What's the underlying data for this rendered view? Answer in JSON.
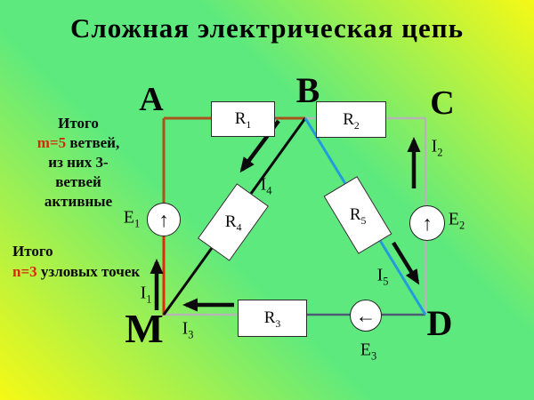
{
  "title": "Сложная электрическая цепь",
  "notes": {
    "branches": {
      "intro": "Итого",
      "highlight": "m=5",
      "after": " ветвей,",
      "line3": "из них 3-",
      "line4": "ветвей",
      "line5": "активные"
    },
    "nodes": {
      "intro": "Итого",
      "highlight": "n=3",
      "after": " узловых точек"
    }
  },
  "nodes": {
    "a": "А",
    "b": "В",
    "c": "С",
    "m": "М",
    "d": "D"
  },
  "resistors": {
    "r1": {
      "base": "R",
      "sub": "1"
    },
    "r2": {
      "base": "R",
      "sub": "2"
    },
    "r3": {
      "base": "R",
      "sub": "3"
    },
    "r4": {
      "base": "R",
      "sub": "4"
    },
    "r5": {
      "base": "R",
      "sub": "5"
    }
  },
  "sources": {
    "e1": {
      "base": "E",
      "sub": "1",
      "arrow": "↑"
    },
    "e2": {
      "base": "E",
      "sub": "2",
      "arrow": "↑"
    },
    "e3": {
      "base": "E",
      "sub": "3",
      "arrow": "←"
    }
  },
  "currents": {
    "i1": {
      "base": "I",
      "sub": "1"
    },
    "i2": {
      "base": "I",
      "sub": "2"
    },
    "i3": {
      "base": "I",
      "sub": "3"
    },
    "i4": {
      "base": "I",
      "sub": "4"
    },
    "i5": {
      "base": "I",
      "sub": "5"
    }
  },
  "colors": {
    "bg_green": "#5ee97e",
    "bg_yellow": "#f6f915",
    "accent_red": "#d42a0c",
    "wire_brown": "#a8551c",
    "wire_red": "#e22b0e",
    "wire_gray": "#b5b5b5",
    "wire_dark": "#4d5a76",
    "wire_cyan": "#229cdb",
    "wire_black": "#0b0b0b",
    "text": "#0a0a0a"
  }
}
